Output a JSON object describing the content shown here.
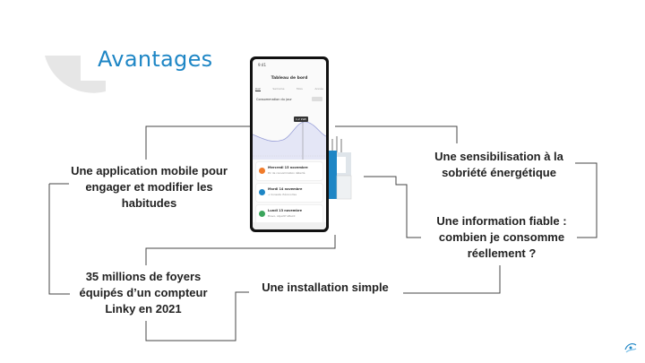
{
  "slide": {
    "title": "Avantages",
    "accent_color": "#1e86c5",
    "labels": {
      "app": "Une application mobile pour engager et modifier les habitudes",
      "sensibilisation": "Une sensibilisation à la sobriété énergétique",
      "information": "Une information fiable : combien je consomme réellement ?",
      "foyers": "35 millions de foyers équipés d’un compteur Linky en 2021",
      "installation": "Une installation simple"
    }
  },
  "phone": {
    "time": "9:41",
    "header_title": "Tableau de bord",
    "tabs": [
      "Jour",
      "Semaine",
      "Mois",
      "Année"
    ],
    "active_tab": 0,
    "section_label": "Consommation du jour",
    "tooltip": "1,2 kWh",
    "cards": [
      {
        "title": "Mercredi 15 novembre",
        "subtitle": "Pic de consommation détecté",
        "icon": "flame-icon",
        "color": "#f07b2a"
      },
      {
        "title": "Mardi 14 novembre",
        "subtitle": "+ Conseils d'économie",
        "icon": "bulb-icon",
        "color": "#1e86c5"
      },
      {
        "title": "Lundi 13 novembre",
        "subtitle": "Bravo, objectif atteint",
        "icon": "leaf-icon",
        "color": "#3ba55c"
      }
    ]
  }
}
